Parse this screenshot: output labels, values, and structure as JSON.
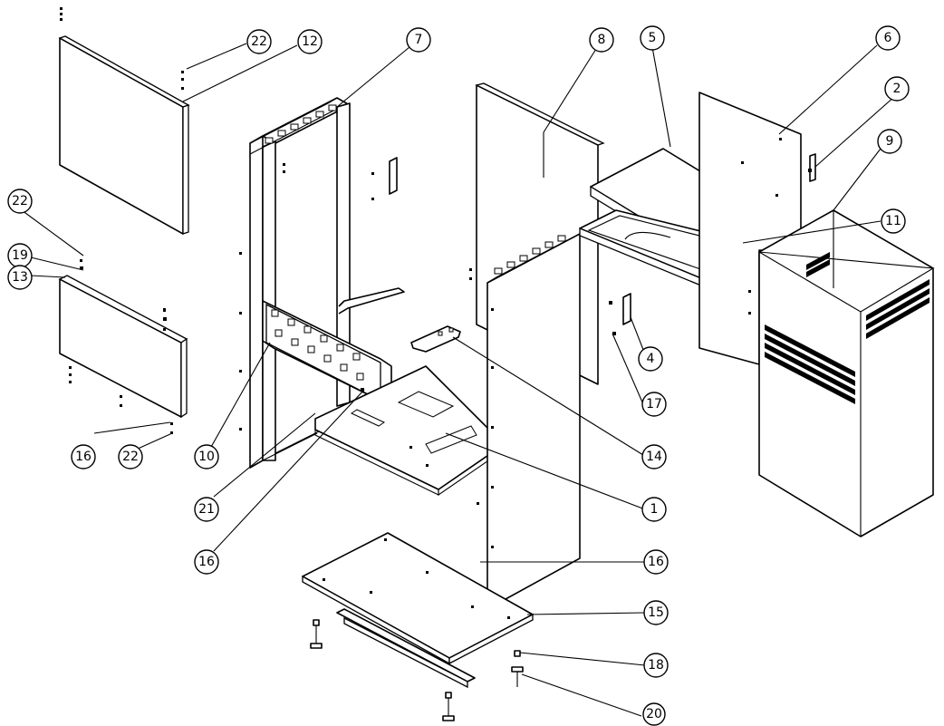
{
  "callouts": [
    {
      "id": "c22a",
      "label": "22"
    },
    {
      "id": "c12",
      "label": "12"
    },
    {
      "id": "c7",
      "label": "7"
    },
    {
      "id": "c8",
      "label": "8"
    },
    {
      "id": "c5",
      "label": "5"
    },
    {
      "id": "c6",
      "label": "6"
    },
    {
      "id": "c2",
      "label": "2"
    },
    {
      "id": "c9",
      "label": "9"
    },
    {
      "id": "c11",
      "label": "11"
    },
    {
      "id": "c22b",
      "label": "22"
    },
    {
      "id": "c19",
      "label": "19"
    },
    {
      "id": "c13",
      "label": "13"
    },
    {
      "id": "c4",
      "label": "4"
    },
    {
      "id": "c17",
      "label": "17"
    },
    {
      "id": "c14",
      "label": "14"
    },
    {
      "id": "c10",
      "label": "10"
    },
    {
      "id": "c16a",
      "label": "16"
    },
    {
      "id": "c22c",
      "label": "22"
    },
    {
      "id": "c1",
      "label": "1"
    },
    {
      "id": "c21",
      "label": "21"
    },
    {
      "id": "c16b",
      "label": "16"
    },
    {
      "id": "c16c",
      "label": "16"
    },
    {
      "id": "c15",
      "label": "15"
    },
    {
      "id": "c18",
      "label": "18"
    },
    {
      "id": "c20",
      "label": "20"
    }
  ]
}
